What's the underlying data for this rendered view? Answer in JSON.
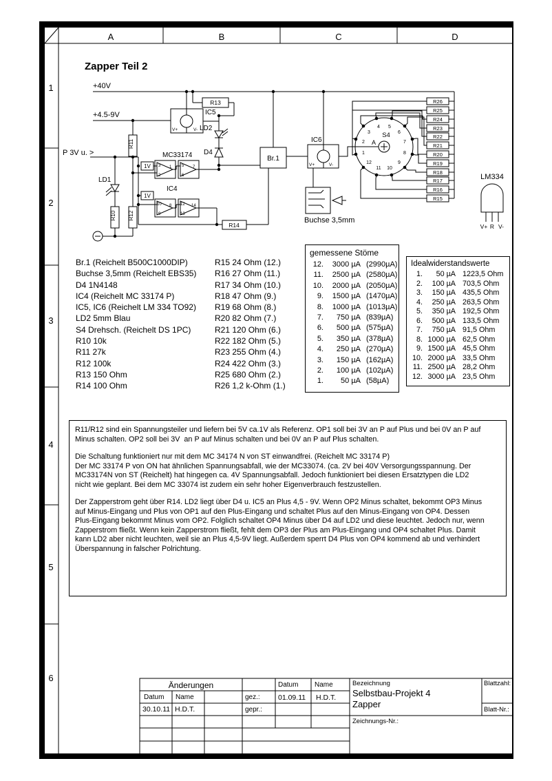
{
  "sheet": {
    "title": "Zapper Teil 2",
    "columns": [
      "A",
      "B",
      "C",
      "D"
    ],
    "rows": [
      "1",
      "2",
      "3",
      "4",
      "5",
      "6"
    ]
  },
  "schematic": {
    "rail40": "+40V",
    "rail459": "+4.5-9V",
    "input_p": "P 3V u. >",
    "r13": "R13",
    "ic5": "IC5",
    "ld2": "LD2",
    "d4": "D4",
    "mc33174": "MC33174",
    "ic4": "IC4",
    "ref1v": "1V",
    "br1": "Br.1",
    "ic6": "IC6",
    "s4": "S4",
    "wiper": "A",
    "vplus": "V+",
    "vminus": "V-",
    "contacts": [
      "1",
      "2",
      "3",
      "4",
      "5",
      "6",
      "7",
      "8",
      "9",
      "10",
      "11",
      "12"
    ],
    "bank": [
      "R26",
      "R25",
      "R24",
      "R23",
      "R22",
      "R21",
      "R20",
      "R19",
      "R18",
      "R17",
      "R16",
      "R15"
    ],
    "lm334": "LM334",
    "lm334_pins": [
      "V+",
      "R",
      "V-"
    ],
    "ld1": "LD1",
    "r10": "R10",
    "r11": "R11",
    "r12": "R12",
    "r14": "R14",
    "jack": "Buchse 3,5mm",
    "opamp_pins": [
      "3",
      "2",
      "1",
      "5",
      "6",
      "7",
      "10",
      "9",
      "8",
      "12",
      "13",
      "14"
    ]
  },
  "parts_list": [
    "Br.1  (Reichelt B500C1000DIP)",
    "Buchse 3,5mm  (Reichelt EBS35)",
    "D4  1N4148",
    "IC4  (Reichelt MC 33174 P)",
    "IC5, IC6  (Reichelt LM 334 TO92)",
    "LD2  5mm Blau",
    "S4  Drehsch. (Reichelt DS 1PC)",
    "R10  10k",
    "R11 27k",
    "R12 100k",
    "R13 150 Ohm",
    "R14  100 Ohm"
  ],
  "bank_values": [
    "R15  24 Ohm (12.)",
    "R16  27 Ohm (11.)",
    "R17  34 Ohm (10.)",
    "R18  47 Ohm (9.)",
    "R19  68 Ohm (8.)",
    "R20  82 Ohm (7.)",
    "R21  120 Ohm (6.)",
    "R22  182 Ohm (5.)",
    "R23  255 Ohm (4.)",
    "R24  422 Ohm (3.)",
    "R25  680 Ohm (2.)",
    "R26  1,2 k-Ohm (1.)"
  ],
  "measured": {
    "title": "gemessene Stöme",
    "rows": [
      {
        "num": "12.",
        "nominal": "3000 µA",
        "actual": "(2990µA)"
      },
      {
        "num": "11.",
        "nominal": "2500 µA",
        "actual": "(2580µA)"
      },
      {
        "num": "10.",
        "nominal": "2000 µA",
        "actual": "(2050µA)"
      },
      {
        "num": "9.",
        "nominal": "1500 µA",
        "actual": "(1470µA)"
      },
      {
        "num": "8.",
        "nominal": "1000 µA",
        "actual": "(1013µA)"
      },
      {
        "num": "7.",
        "nominal": "750 µA",
        "actual": "(839µA)"
      },
      {
        "num": "6.",
        "nominal": "500 µA",
        "actual": "(575µA)"
      },
      {
        "num": "5.",
        "nominal": "350 µA",
        "actual": "(378µA)"
      },
      {
        "num": "4.",
        "nominal": "250 µA",
        "actual": "(270µA)"
      },
      {
        "num": "3.",
        "nominal": "150 µA",
        "actual": "(162µA)"
      },
      {
        "num": "2.",
        "nominal": "100 µA",
        "actual": "(102µA)"
      },
      {
        "num": "1.",
        "nominal": "50 µA",
        "actual": "(58µA)"
      }
    ]
  },
  "ideal": {
    "title": "Idealwiderstandswerte",
    "rows": [
      {
        "num": "1.",
        "current": "50 µA",
        "ohm": "1223,5 Ohm"
      },
      {
        "num": "2.",
        "current": "100 µA",
        "ohm": "703,5 Ohm"
      },
      {
        "num": "3.",
        "current": "150 µA",
        "ohm": "435,5 Ohm"
      },
      {
        "num": "4.",
        "current": "250 µA",
        "ohm": "263,5 Ohm"
      },
      {
        "num": "5.",
        "current": "350 µA",
        "ohm": "192,5 Ohm"
      },
      {
        "num": "6.",
        "current": "500 µA",
        "ohm": "133,5 Ohm"
      },
      {
        "num": "7.",
        "current": "750 µA",
        "ohm": "91,5 Ohm"
      },
      {
        "num": "8.",
        "current": "1000 µA",
        "ohm": "62,5 Ohm"
      },
      {
        "num": "9.",
        "current": "1500 µA",
        "ohm": "45,5 Ohm"
      },
      {
        "num": "10.",
        "current": "2000 µA",
        "ohm": "33,5 Ohm"
      },
      {
        "num": "11.",
        "current": "2500 µA",
        "ohm": "28,2 Ohm"
      },
      {
        "num": "12.",
        "current": "3000 µA",
        "ohm": "23,5 Ohm"
      }
    ]
  },
  "notes": {
    "p1": "R11/R12 sind ein Spannungsteiler und liefern bei 5V ca.1V als Referenz. OP1 soll bei 3V an P auf Plus und bei 0V an P auf\nMinus schalten. OP2 soll bei 3V  an P auf Minus schalten und bei 0V an P auf Plus schalten.",
    "p2": "Die Schaltung funktioniert nur mit dem MC 34174 N von ST einwandfrei. (Reichelt MC 33174 P)\nDer MC 33174 P von ON hat ähnlichen Spannungsabfall, wie der MC33074. (ca. 2V bei 40V Versorgungsspannung. Der\nMC33174N von ST (Reichelt) hat hingegen ca. 4V Spannungsabfall. Jedoch funktioniert bei diesen Ersatztypen die LD2\nnicht wie geplant. Bei dem MC 33074 ist zudem ein sehr hoher Eigenverbrauch festzustellen.",
    "p3": "Der Zapperstrom geht über R14. LD2 liegt über D4 u. IC5 an Plus 4,5 - 9V. Wenn OP2 Minus schaltet, bekommt OP3 Minus\nauf Minus-Eingang und Plus von OP1 auf den Plus-Eingang und schaltet Plus auf den Minus-Eingang von OP4. Dessen\nPlus-Eingang bekommt Minus vom OP2. Folglich schaltet OP4 Minus über D4 auf LD2 und diese leuchtet. Jedoch nur, wenn\nZapperstrom fließt. Wenn kein Zapperstrom fließt, fehlt dem OP3 der Plus am Plus-Eingang und OP4 schaltet Plus. Damit\nkann LD2 aber nicht leuchten, weil sie an Plus 4,5-9V liegt. Außerdem sperrt D4 Plus von OP4 kommend ab und verhindert\nÜberspannung in falscher Polrichtung."
  },
  "title_block": {
    "aenderungen": "Änderungen",
    "datum_label": "Datum",
    "name_label": "Name",
    "change_date": "30.10.11",
    "change_name": "H.D.T.",
    "gez_label": "gez.:",
    "gepr_label": "gepr.:",
    "gez_date": "01.09.11",
    "gez_name": "H.D.T.",
    "bezeichnung_label": "Bezeichnung",
    "project_line1": "Selbstbau-Projekt 4",
    "project_line2": "Zapper",
    "zeichnungs_nr_label": "Zeichnungs-Nr.:",
    "blattzahl_label": "Blattzahl:",
    "blatt_nr_label": "Blatt-Nr.:"
  }
}
